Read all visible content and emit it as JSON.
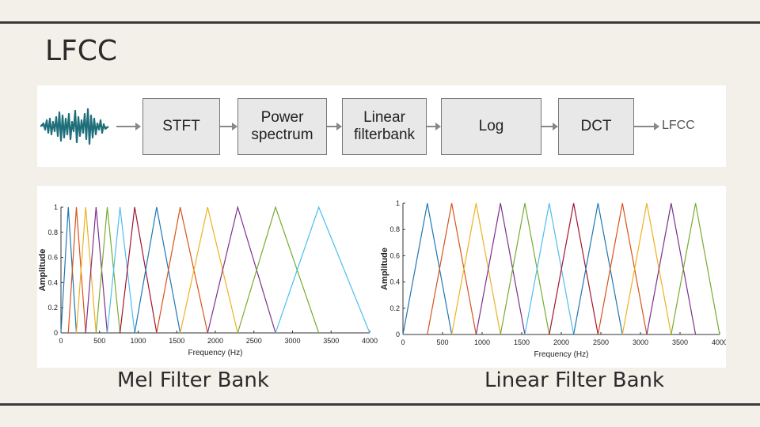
{
  "slide": {
    "title": "LFCC",
    "pipeline": {
      "steps": [
        "STFT",
        "Power\nspectrum",
        "Linear\nfilterbank",
        "Log",
        "DCT"
      ],
      "output": "LFCC"
    },
    "captions": {
      "left": "Mel Filter Bank",
      "right": "Linear Filter Bank"
    }
  },
  "chart_data": [
    {
      "type": "line",
      "title": "",
      "xlabel": "Frequency (Hz)",
      "ylabel": "Amplitude",
      "xlim": [
        0,
        4000
      ],
      "ylim": [
        0,
        1
      ],
      "x_ticks": [
        "0",
        "500",
        "1000",
        "1500",
        "2000",
        "2500",
        "3000",
        "3500",
        "4000"
      ],
      "y_ticks": [
        "0",
        "0.2",
        "0.4",
        "0.6",
        "0.8",
        "1"
      ],
      "filter_edges_hz": [
        0,
        95,
        200,
        320,
        455,
        600,
        765,
        955,
        1240,
        1545,
        1900,
        2290,
        2780,
        3340,
        4000
      ],
      "colors": [
        "#1f77b4",
        "#d95319",
        "#edb120",
        "#7e2f8e",
        "#77ac30",
        "#4dbeee",
        "#a2142f"
      ]
    },
    {
      "type": "line",
      "title": "",
      "xlabel": "Frequency (Hz)",
      "ylabel": "Amplitude",
      "xlim": [
        0,
        4000
      ],
      "ylim": [
        0,
        1
      ],
      "x_ticks": [
        "0",
        "500",
        "1000",
        "1500",
        "2000",
        "2500",
        "3000",
        "3500",
        "4000"
      ],
      "y_ticks": [
        "0",
        "0.2",
        "0.4",
        "0.6",
        "0.8",
        "1"
      ],
      "filter_edges_hz": [
        0,
        308,
        616,
        924,
        1232,
        1540,
        1848,
        2156,
        2464,
        2772,
        3080,
        3388,
        3696,
        4000
      ],
      "colors": [
        "#1f77b4",
        "#d95319",
        "#edb120",
        "#7e2f8e",
        "#77ac30",
        "#4dbeee",
        "#a2142f"
      ]
    }
  ]
}
